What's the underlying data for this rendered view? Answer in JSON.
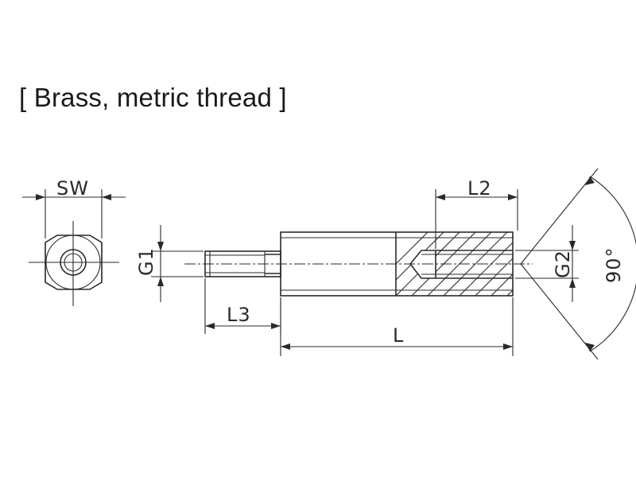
{
  "title": "[ Brass, metric thread ]",
  "dimensions": {
    "sw": "SW",
    "g1": "G1",
    "l3": "L3",
    "l": "L",
    "l2": "L2",
    "g2": "G2",
    "angle": "90°"
  }
}
